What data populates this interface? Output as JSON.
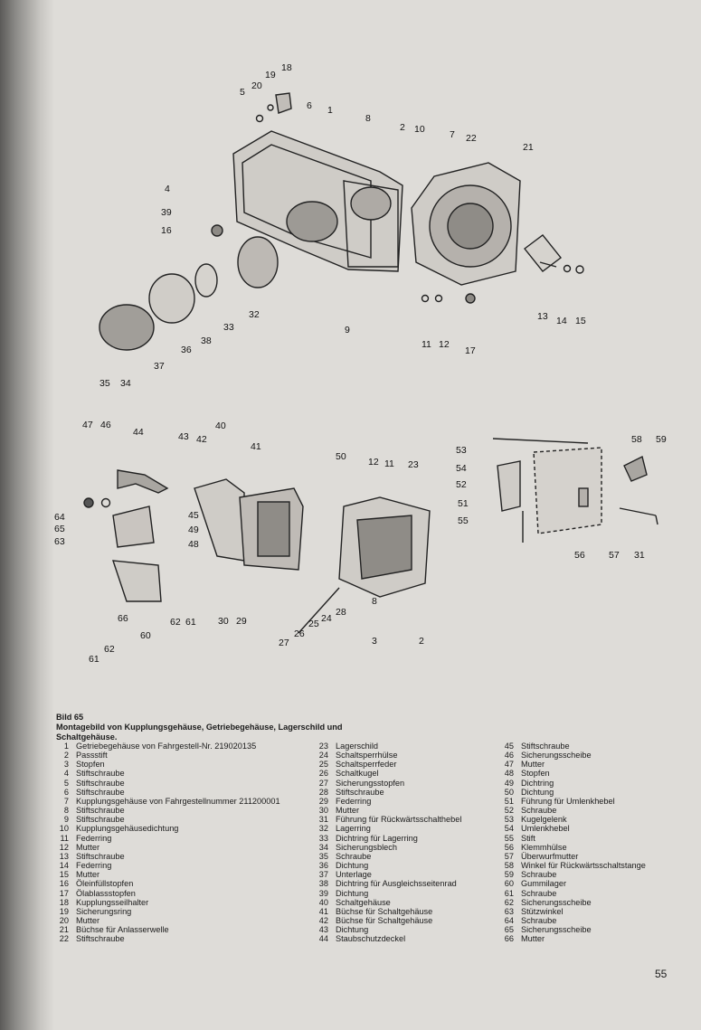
{
  "figure": {
    "label": "Bild 65",
    "title": "Montagebild von Kupplungsgehäuse, Getriebegehäuse, Lagerschild und Schaltgehäuse.",
    "callouts_top": [
      "18",
      "19",
      "20",
      "5",
      "6",
      "1",
      "8",
      "2",
      "10",
      "7",
      "22",
      "21",
      "4",
      "39",
      "16",
      "9",
      "32",
      "33",
      "38",
      "36",
      "37",
      "34",
      "35",
      "11",
      "12",
      "17",
      "13",
      "14",
      "15"
    ],
    "callouts_bottom": [
      "47",
      "46",
      "44",
      "43",
      "42",
      "40",
      "41",
      "50",
      "12",
      "11",
      "23",
      "53",
      "54",
      "52",
      "51",
      "55",
      "58",
      "59",
      "56",
      "57",
      "31",
      "64",
      "65",
      "63",
      "45",
      "49",
      "48",
      "30",
      "29",
      "62",
      "61",
      "66",
      "60",
      "62",
      "61",
      "27",
      "26",
      "25",
      "24",
      "28",
      "8",
      "3",
      "2"
    ]
  },
  "legend": [
    [
      {
        "n": "1",
        "t": "Getriebegehäuse von Fahrgestell-Nr. 219020135"
      },
      {
        "n": "2",
        "t": "Passstift"
      },
      {
        "n": "3",
        "t": "Stopfen"
      },
      {
        "n": "4",
        "t": "Stiftschraube"
      },
      {
        "n": "5",
        "t": "Stiftschraube"
      },
      {
        "n": "6",
        "t": "Stiftschraube"
      },
      {
        "n": "7",
        "t": "Kupplungsgehäuse von Fahrgestellnummer 211200001"
      },
      {
        "n": "8",
        "t": "Stiftschraube"
      },
      {
        "n": "9",
        "t": "Stiftschraube"
      },
      {
        "n": "10",
        "t": "Kupplungsgehäusedichtung"
      },
      {
        "n": "11",
        "t": "Federring"
      },
      {
        "n": "12",
        "t": "Mutter"
      },
      {
        "n": "13",
        "t": "Stiftschraube"
      },
      {
        "n": "14",
        "t": "Federring"
      },
      {
        "n": "15",
        "t": "Mutter"
      },
      {
        "n": "16",
        "t": "Öleinfüllstopfen"
      },
      {
        "n": "17",
        "t": "Ölablassstopfen"
      },
      {
        "n": "18",
        "t": "Kupplungsseilhalter"
      },
      {
        "n": "19",
        "t": "Sicherungsring"
      },
      {
        "n": "20",
        "t": "Mutter"
      },
      {
        "n": "21",
        "t": "Büchse für Anlasserwelle"
      },
      {
        "n": "22",
        "t": "Stiftschraube"
      }
    ],
    [
      {
        "n": "23",
        "t": "Lagerschild"
      },
      {
        "n": "24",
        "t": "Schaltsperrhülse"
      },
      {
        "n": "25",
        "t": "Schaltsperrfeder"
      },
      {
        "n": "26",
        "t": "Schaltkugel"
      },
      {
        "n": "27",
        "t": "Sicherungsstopfen"
      },
      {
        "n": "28",
        "t": "Stiftschraube"
      },
      {
        "n": "29",
        "t": "Federring"
      },
      {
        "n": "30",
        "t": "Mutter"
      },
      {
        "n": "31",
        "t": "Führung für Rückwärtsschalthebel"
      },
      {
        "n": "32",
        "t": "Lagerring"
      },
      {
        "n": "33",
        "t": "Dichtring für Lagerring"
      },
      {
        "n": "34",
        "t": "Sicherungsblech"
      },
      {
        "n": "35",
        "t": "Schraube"
      },
      {
        "n": "36",
        "t": "Dichtung"
      },
      {
        "n": "37",
        "t": "Unterlage"
      },
      {
        "n": "38",
        "t": "Dichtring für Ausgleichsseitenrad"
      },
      {
        "n": "39",
        "t": "Dichtung"
      },
      {
        "n": "40",
        "t": "Schaltgehäuse"
      },
      {
        "n": "41",
        "t": "Büchse für Schaltgehäuse"
      },
      {
        "n": "42",
        "t": "Büchse für Schaltgehäuse"
      },
      {
        "n": "43",
        "t": "Dichtung"
      },
      {
        "n": "44",
        "t": "Staubschutzdeckel"
      }
    ],
    [
      {
        "n": "45",
        "t": "Stiftschraube"
      },
      {
        "n": "46",
        "t": "Sicherungsscheibe"
      },
      {
        "n": "47",
        "t": "Mutter"
      },
      {
        "n": "48",
        "t": "Stopfen"
      },
      {
        "n": "49",
        "t": "Dichtring"
      },
      {
        "n": "50",
        "t": "Dichtung"
      },
      {
        "n": "51",
        "t": "Führung für Umlenkhebel"
      },
      {
        "n": "52",
        "t": "Schraube"
      },
      {
        "n": "53",
        "t": "Kugelgelenk"
      },
      {
        "n": "54",
        "t": "Umlenkhebel"
      },
      {
        "n": "55",
        "t": "Stift"
      },
      {
        "n": "56",
        "t": "Klemmhülse"
      },
      {
        "n": "57",
        "t": "Überwurfmutter"
      },
      {
        "n": "58",
        "t": "Winkel für Rückwärtsschaltstange"
      },
      {
        "n": "59",
        "t": "Schraube"
      },
      {
        "n": "60",
        "t": "Gummilager"
      },
      {
        "n": "61",
        "t": "Schraube"
      },
      {
        "n": "62",
        "t": "Sicherungsscheibe"
      },
      {
        "n": "63",
        "t": "Stützwinkel"
      },
      {
        "n": "64",
        "t": "Schraube"
      },
      {
        "n": "65",
        "t": "Sicherungsscheibe"
      },
      {
        "n": "66",
        "t": "Mutter"
      }
    ]
  ],
  "page_number": "55"
}
